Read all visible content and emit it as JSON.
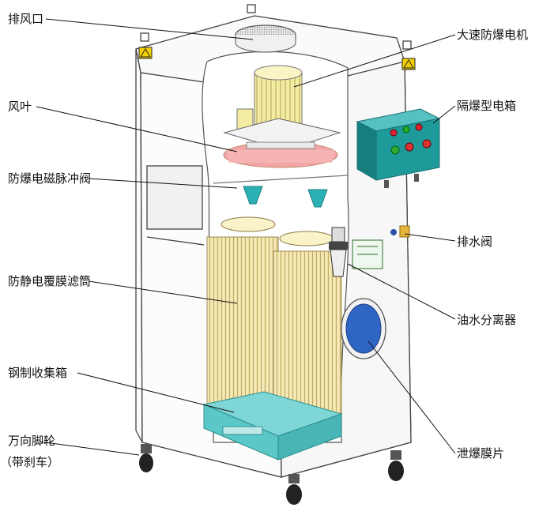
{
  "labels": {
    "exhaust_outlet": "排风口",
    "fan_blade": "风叶",
    "pulse_valve": "防爆电磁脉冲阀",
    "filter_cartridge": "防静电覆膜滤筒",
    "collection_box": "钢制收集箱",
    "caster": "万向脚轮",
    "caster_note": "（带刹车）",
    "motor": "大速防爆电机",
    "electric_box": "隔爆型电箱",
    "drain_valve": "排水阀",
    "oil_water_separator": "油水分离器",
    "explosion_vent": "泄爆膜片"
  },
  "colors": {
    "motor": "#f4eca0",
    "filter": "#efe0a4",
    "electric_box": "#1f9a9b",
    "collection_box": "#5cc7c7",
    "vent_disc": "#2f66c5",
    "fan": "#f3a4a4",
    "valve": "#2bb0b3"
  },
  "icons": [
    "warning-sign-icon"
  ]
}
